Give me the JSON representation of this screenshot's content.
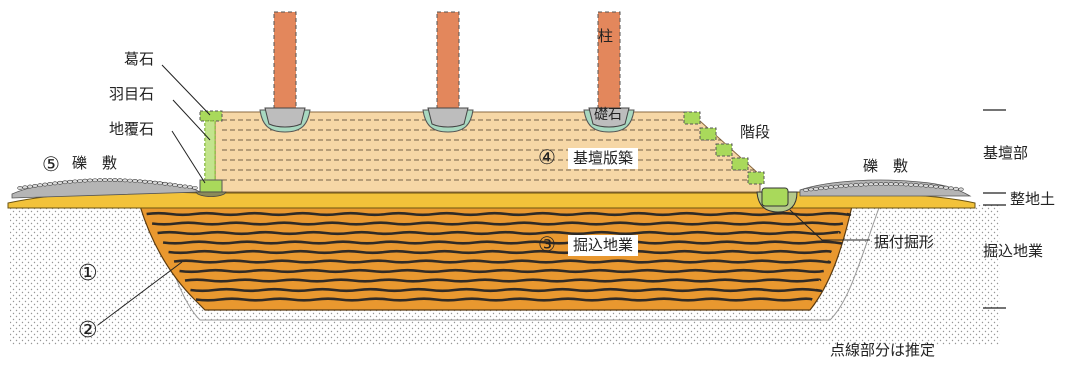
{
  "labels": {
    "pillar": "柱",
    "foundation_stone": "礎石",
    "katsura_ishi": "葛石",
    "hameishi": "羽目石",
    "jifukuishi": "地覆石",
    "stairs": "階段",
    "gravel_left": "礫　敷",
    "gravel_right": "礫　敷",
    "num5": "⑤",
    "num4": "④",
    "num3": "③",
    "num1": "①",
    "num2": "②",
    "platform": "基壇版築",
    "dig_fill": "掘込地業",
    "dig_trench": "据付掘形",
    "note": "点線部分は推定"
  },
  "legend": {
    "platform": "基壇部",
    "leveling": "整地土",
    "excavation": "掘込地業"
  },
  "colors": {
    "pillar": "#E3875C",
    "platform": "#F6D7A6",
    "excavation": "#E9982F",
    "leveling": "#F2C23A",
    "stairs": "#A9D95B",
    "stone": "#BDBDBD",
    "gravel": "#A8A8A8"
  }
}
